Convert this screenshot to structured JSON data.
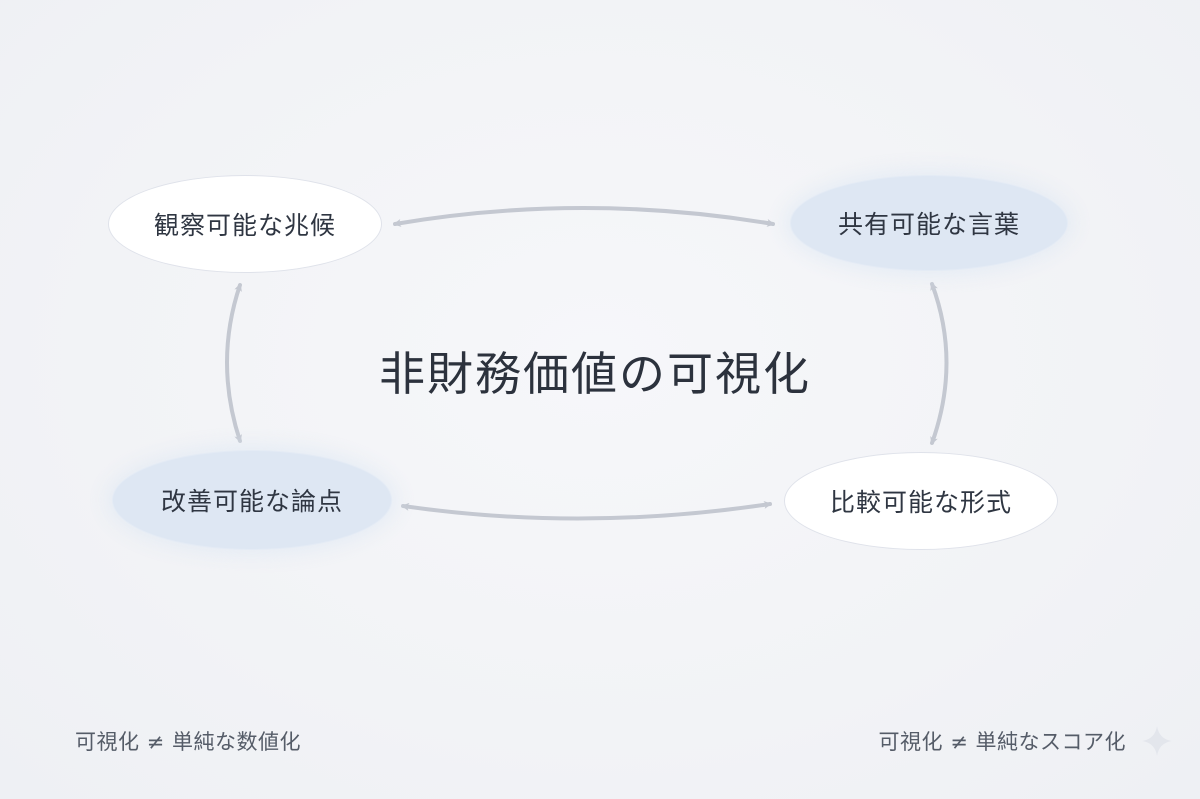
{
  "diagram": {
    "title": "非財務価値の可視化",
    "nodes": {
      "top_left": "観察可能な兆候",
      "top_right": "共有可能な言葉",
      "bottom_left": "改善可能な論点",
      "bottom_right": "比較可能な形式"
    },
    "footnotes": {
      "left": "可視化 ≠ 単純な数値化",
      "right": "可視化 ≠ 単純なスコア化"
    },
    "colors": {
      "white_node": "#ffffff",
      "blue_node": "#dee7f3",
      "arrow": "#c4c8d1",
      "text": "#2f3642"
    },
    "icons": {
      "arrow": "double-headed-curved-arrow",
      "corner": "sparkle-icon"
    }
  }
}
